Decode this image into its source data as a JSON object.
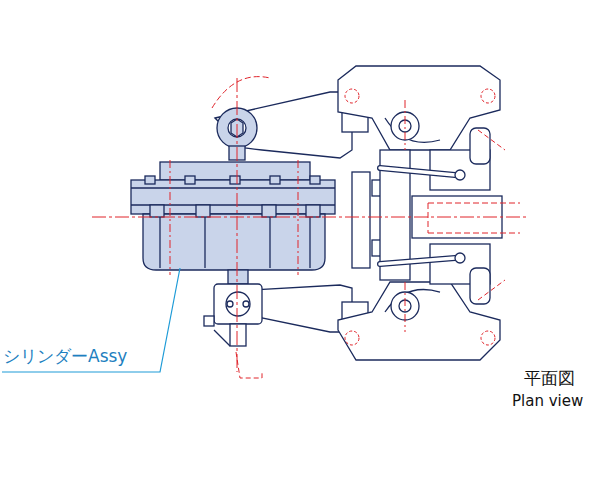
{
  "diagram": {
    "labels": [
      "シリンダーAssy",
      "平面図",
      "Plan view"
    ]
  }
}
